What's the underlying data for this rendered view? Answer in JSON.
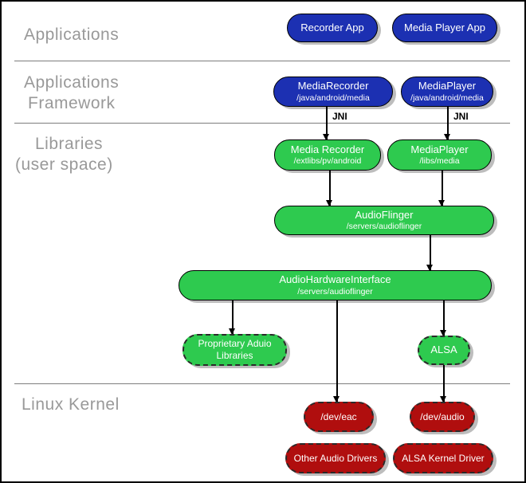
{
  "sections": {
    "applications": {
      "label": "Applications"
    },
    "applications_framework": {
      "label_line1": "Applications",
      "label_line2": "Framework"
    },
    "libraries": {
      "label_line1": "Libraries",
      "label_line2": "(user space)"
    },
    "linux_kernel": {
      "label": "Linux Kernel"
    }
  },
  "jni_labels": {
    "left": "JNI",
    "right": "JNI"
  },
  "nodes": {
    "recorder_app": {
      "title": "Recorder App"
    },
    "media_player_app": {
      "title": "Media Player App"
    },
    "media_recorder_fw": {
      "title": "MediaRecorder",
      "subtitle": "/java/android/media"
    },
    "media_player_fw": {
      "title": "MediaPlayer",
      "subtitle": "/java/android/media"
    },
    "media_recorder_lib": {
      "title": "Media Recorder",
      "subtitle": "/extlibs/pv/android"
    },
    "media_player_lib": {
      "title": "MediaPlayer",
      "subtitle": "/libs/media"
    },
    "audio_flinger": {
      "title": "AudioFlinger",
      "subtitle": "/servers/audioflinger"
    },
    "audio_hardware_interface": {
      "title": "AudioHardwareInterface",
      "subtitle": "/servers/audioflinger"
    },
    "proprietary_audio_libraries": {
      "title": "Proprietary Aduio",
      "title_line2": "Libraries"
    },
    "alsa": {
      "title": "ALSA"
    },
    "dev_eac": {
      "title": "/dev/eac"
    },
    "dev_audio": {
      "title": "/dev/audio"
    },
    "other_audio_drivers": {
      "title": "Other Audio Drivers"
    },
    "alsa_kernel_driver": {
      "title": "ALSA Kernel Driver"
    }
  },
  "colors": {
    "blue": "#1c30b2",
    "green": "#2eca4f",
    "red": "#b00e0e",
    "label_gray": "#999999",
    "shadow": "#bdbdbd"
  }
}
